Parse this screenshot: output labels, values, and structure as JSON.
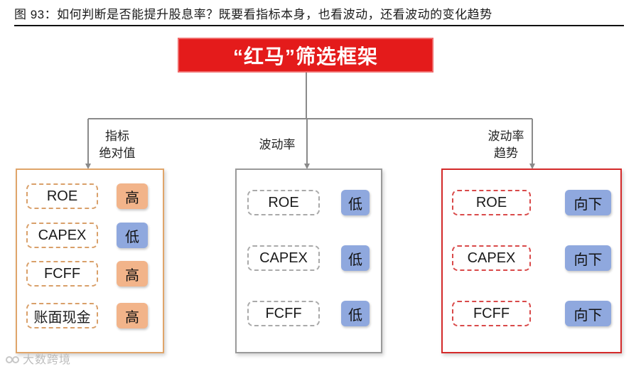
{
  "caption": "图 93：如何判断是否能提升股息率？既要看指标本身，也看波动，还看波动的变化趋势",
  "title": "“红马”筛选框架",
  "branches": [
    {
      "label_lines": [
        "指标",
        "绝对值"
      ],
      "border_color": "#e0a56a",
      "pill_border": "#d9a06a",
      "rows": [
        {
          "metric": "ROE",
          "result": "高",
          "kind": "high"
        },
        {
          "metric": "CAPEX",
          "result": "低",
          "kind": "low"
        },
        {
          "metric": "FCFF",
          "result": "高",
          "kind": "high"
        },
        {
          "metric": "账面现金",
          "result": "高",
          "kind": "high"
        }
      ]
    },
    {
      "label_lines": [
        "波动率"
      ],
      "border_color": "#9a9a9a",
      "pill_border": "#aaaaaa",
      "rows": [
        {
          "metric": "ROE",
          "result": "低",
          "kind": "low"
        },
        {
          "metric": "CAPEX",
          "result": "低",
          "kind": "low"
        },
        {
          "metric": "FCFF",
          "result": "低",
          "kind": "low"
        }
      ]
    },
    {
      "label_lines": [
        "波动率",
        "趋势"
      ],
      "border_color": "#d42a2a",
      "pill_border": "#d94a4a",
      "rows": [
        {
          "metric": "ROE",
          "result": "向下",
          "kind": "down"
        },
        {
          "metric": "CAPEX",
          "result": "向下",
          "kind": "down"
        },
        {
          "metric": "FCFF",
          "result": "向下",
          "kind": "down"
        }
      ]
    }
  ],
  "colors": {
    "title_bg": "#e41b1b",
    "connector": "#8a8a8a",
    "high": "#f2b48a",
    "low": "#8fa8de"
  },
  "watermark": "大数跨境"
}
